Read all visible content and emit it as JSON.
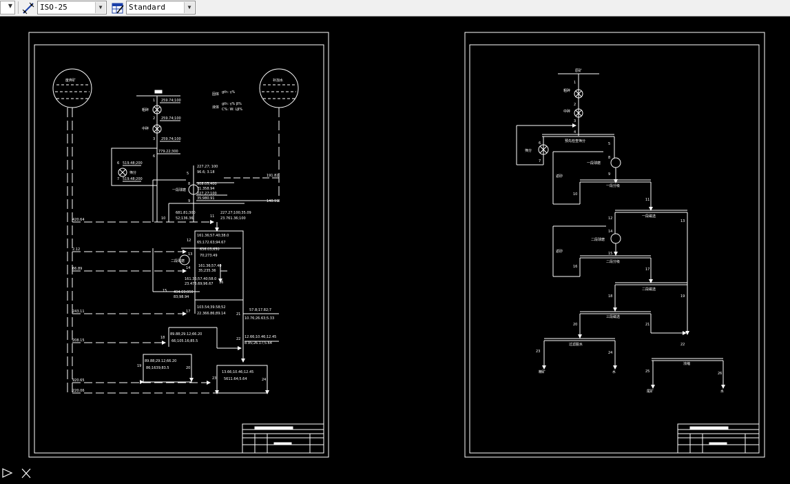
{
  "toolbar": {
    "dim_style": "ISO-25",
    "table_style": "Standard",
    "dropdown_glyph": "▼"
  },
  "icons": {
    "dim_style_icon": "dimension-style-icon",
    "table_style_icon": "table-style-icon",
    "ucs_icon": "ucs-axis-icon",
    "crosshair_icon": "x-axis-icon"
  },
  "colors": {
    "model_space": "#000000",
    "line": "#ffffff"
  },
  "sheet_left": {
    "tank_left": "废弃矿",
    "tank_right": "补加水",
    "legend": [
      "固体",
      "gth: γ%",
      "液体",
      "gth: γ% β%",
      "C%: W: Lβ%"
    ],
    "ops": [
      "粗碎",
      "中碎",
      "筛分",
      "一段球磨",
      "二段球磨"
    ],
    "stream_ids": [
      "1",
      "2",
      "3",
      "4",
      "5",
      "6",
      "7",
      "8",
      "9",
      "10",
      "11",
      "12",
      "13",
      "14",
      "15",
      "16",
      "17",
      "18",
      "19",
      "20",
      "21",
      "22",
      "23",
      "24"
    ],
    "values": [
      "259.74;100",
      "259.74;100",
      "259.74;100",
      "779.22;300",
      "519.48;200",
      "519.48;200",
      "227.27; 100",
      "96.6; 3.18",
      "908.05;400",
      "71.358.94",
      "227.27;100",
      "35;980.91",
      "191.82",
      "140.91",
      "420.64",
      "681.81;300",
      "52;136.36",
      "227.27;100;35.09",
      "23.761.36;100",
      "161.36;57.40;38.0",
      "65;172.63;94.67",
      "2.12",
      "636.03;650",
      "70;273.49",
      "66.89",
      "161.36;57.40",
      "35;235.36",
      "161.36;57.40;58.0",
      "23.473.69;96.67",
      "494.69;950",
      "83;98.94",
      "103.54;39.58;52",
      "22.366.86;89.14",
      "243.11",
      "57.8;17.82;7",
      "10.76;26.63;5.33",
      "89.88;29.12;66.20",
      "66;105.16;85.5",
      "208.15",
      "12.66;10.46;12.45",
      "8.95;26.17;5.64",
      "89.88;29.12;66.20",
      "86;1639;83.5",
      "13.66;10.46;12.45",
      "5611.64;5.64",
      "920.65",
      "220.06"
    ]
  },
  "sheet_right": {
    "top_label": "原矿",
    "side_note": "返砂",
    "ops": [
      "粗碎",
      "中碎",
      "筛分",
      "预先检查筛分",
      "一段球磨",
      "一段分级",
      "一段磁选",
      "二段球磨",
      "二段分级",
      "二段磁选",
      "三段磁选",
      "过滤脱水",
      "浓缩"
    ],
    "stream_ids": [
      "1",
      "2",
      "3",
      "4",
      "5",
      "6",
      "7",
      "8",
      "9",
      "10",
      "11",
      "12",
      "13",
      "14",
      "15",
      "16",
      "17",
      "18",
      "19",
      "20",
      "21",
      "22",
      "23",
      "24",
      "25",
      "26"
    ],
    "products": [
      "精矿",
      "水",
      "尾矿",
      "水"
    ]
  }
}
